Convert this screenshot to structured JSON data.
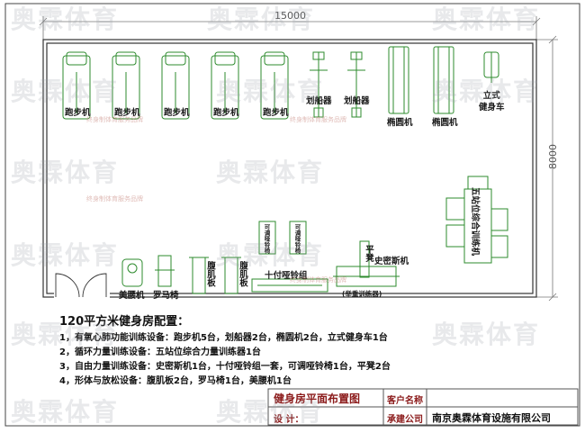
{
  "dimensions": {
    "width": "15000",
    "height": "8000"
  },
  "labels": {
    "treadmill": "跑步机",
    "rower": "划船器",
    "elliptical": "椭圆机",
    "upright_bike": "立式\n健身车",
    "five_station": "五站位综合训练机",
    "waist": "美腰机",
    "roman_chair": "罗马椅",
    "ab_board": "腹肌板",
    "dumbbell_set": "十付哑铃组",
    "dumbbell_rack": "可调哑铃椅",
    "dumbbell_rack2": "可调哑铃椅",
    "flat_bench": "平凳",
    "smith": "史密斯机",
    "smith_sub": "(举重训练器)"
  },
  "config": {
    "title": "120平方米健身房配置：",
    "lines": [
      "1，有氧心肺功能训练设备：跑步机5台，划船器2台，椭圆机2台，立式健身车1台",
      "2，循环力量训练设备：五站位综合力量训练器1台",
      "3，自由力量训练设备：史密斯机1台，十付哑铃组一套，可调哑铃椅1台，平凳2台",
      "4，形体与放松设备：腹肌板2台，罗马椅1台，美腰机1台"
    ]
  },
  "title_block": {
    "drawing_title": "健身房平面布置图",
    "client_label": "客户名称",
    "designer_label": "设 计：",
    "contractor_label": "承建公司",
    "contractor_name": "南京奥霖体育设施有限公司"
  },
  "watermark": {
    "text": "奥霖体育",
    "sub": "终身制体育服务品牌"
  },
  "colors": {
    "equipment": "#2e8b2e",
    "wall": "#333333",
    "title_text": "#8b1a1a",
    "dimension": "#666666"
  }
}
